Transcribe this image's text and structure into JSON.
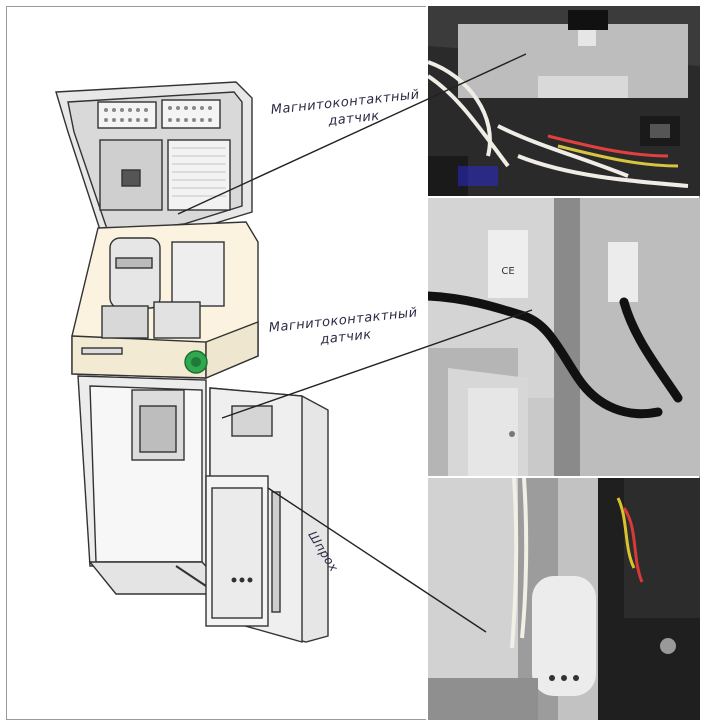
{
  "callouts": {
    "sensor_top": {
      "line1": "Магнитоконтактный",
      "line2": "датчик"
    },
    "sensor_middle": {
      "line1": "Магнитоконтактный",
      "line2": "датчик"
    },
    "shprokh": {
      "label": "Шпрох"
    }
  },
  "colors": {
    "cabinet_interior": "#fbf3df",
    "cabinet_body": "#e8e8e8",
    "outline": "#333333",
    "green_lock": "#2fa84f",
    "photo_dark": "#1c1c1c",
    "cable_black": "#111111",
    "sensor_white": "#e9e7e2"
  },
  "photos": [
    {
      "name": "photo-top-reed-switch",
      "content": "magnetic-contact-sensor-top"
    },
    {
      "name": "photo-middle-reed-switch",
      "content": "magnetic-contact-sensor-door"
    },
    {
      "name": "photo-bottom-shprokh",
      "content": "shprokh-sensor"
    }
  ]
}
